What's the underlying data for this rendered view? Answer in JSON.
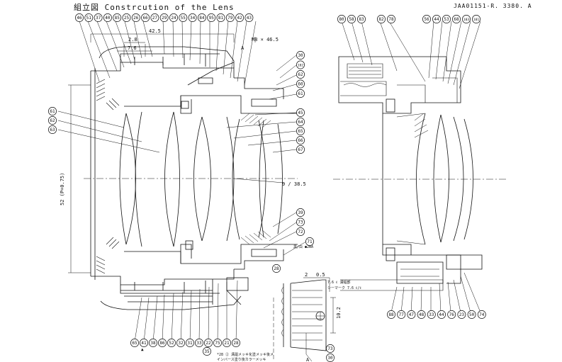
{
  "title": "組立図 Constrcution of the Lens",
  "drawing_code": "JAA01151-R. 3380. A",
  "dimensions": {
    "d1": "42.5",
    "d2": "2.8",
    "d3": "7.6",
    "thread": "M8 × 46.5",
    "mark_a": "A",
    "left_dia": "52 (P=0.75)",
    "center": "9 / 38.5",
    "detail_d1": "2",
    "detail_d2": "0.5",
    "detail_d3": "10.2",
    "detail_note1": "7.6 ℓ 溝幅部",
    "detail_note2": "シーマーク 7.6 ℓ/ℓ",
    "small_label": "黒/白 ●2mA",
    "bottom_mark": "▲",
    "detail_label": "A",
    "foot_note1": "*28 ② 溝廻メッキ化塗メッキ後メ",
    "foot_note2": "インバース塗り後カラーメッキ"
  },
  "callouts": {
    "top_left": [
      "46",
      "51",
      "37",
      "40",
      "85",
      "25",
      "26",
      "66",
      "27",
      "29",
      "24",
      "55",
      "34",
      "84",
      "95",
      "81",
      "79",
      "42",
      "43"
    ],
    "top_right": [
      "80",
      "58",
      "83",
      "82",
      "78",
      "56",
      "44",
      "53",
      "68",
      "103",
      "101"
    ],
    "right_mid": [
      "30",
      "102",
      "62",
      "60",
      "61",
      "45",
      "64",
      "65",
      "66",
      "67"
    ],
    "left_side": [
      "61",
      "62",
      "63"
    ],
    "right_low": [
      "39",
      "73",
      "72",
      "71"
    ],
    "bottom_left": [
      "65",
      "41",
      "38",
      "86",
      "52",
      "32",
      "31",
      "33",
      "22",
      "75",
      "21",
      "28"
    ],
    "bottom_mid": [
      "35"
    ],
    "detail": [
      "28",
      "73",
      "30"
    ],
    "bottom_right": [
      "88",
      "77",
      "47",
      "48",
      "33",
      "44",
      "76",
      "23",
      "50",
      "74"
    ]
  }
}
